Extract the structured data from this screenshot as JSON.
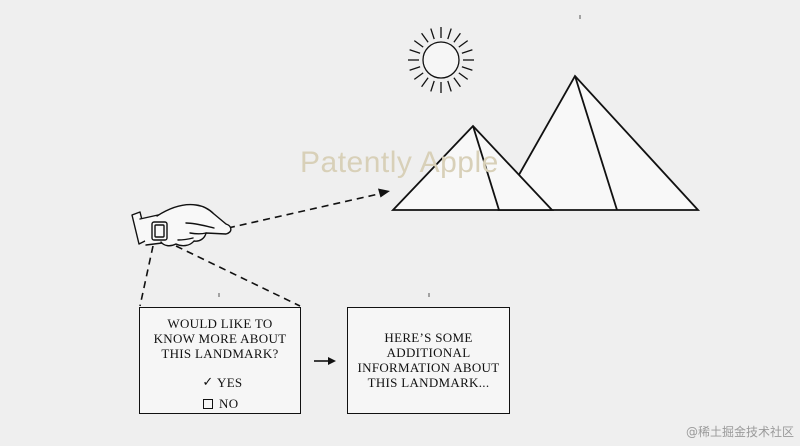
{
  "watermark": "Patently Apple",
  "question_box": {
    "lines": [
      "WOULD LIKE TO",
      "KNOW MORE ABOUT",
      "THIS LANDMARK?"
    ],
    "option_yes": "YES",
    "option_no": "NO"
  },
  "info_box": {
    "lines": [
      "HERE’S SOME",
      "ADDITIONAL",
      "INFORMATION ABOUT",
      "THIS LANDMARK..."
    ]
  },
  "credit": "@稀土掘金技术社区",
  "colors": {
    "background": "#efefef",
    "ink": "#111111",
    "watermark": "#d8d0b8"
  }
}
